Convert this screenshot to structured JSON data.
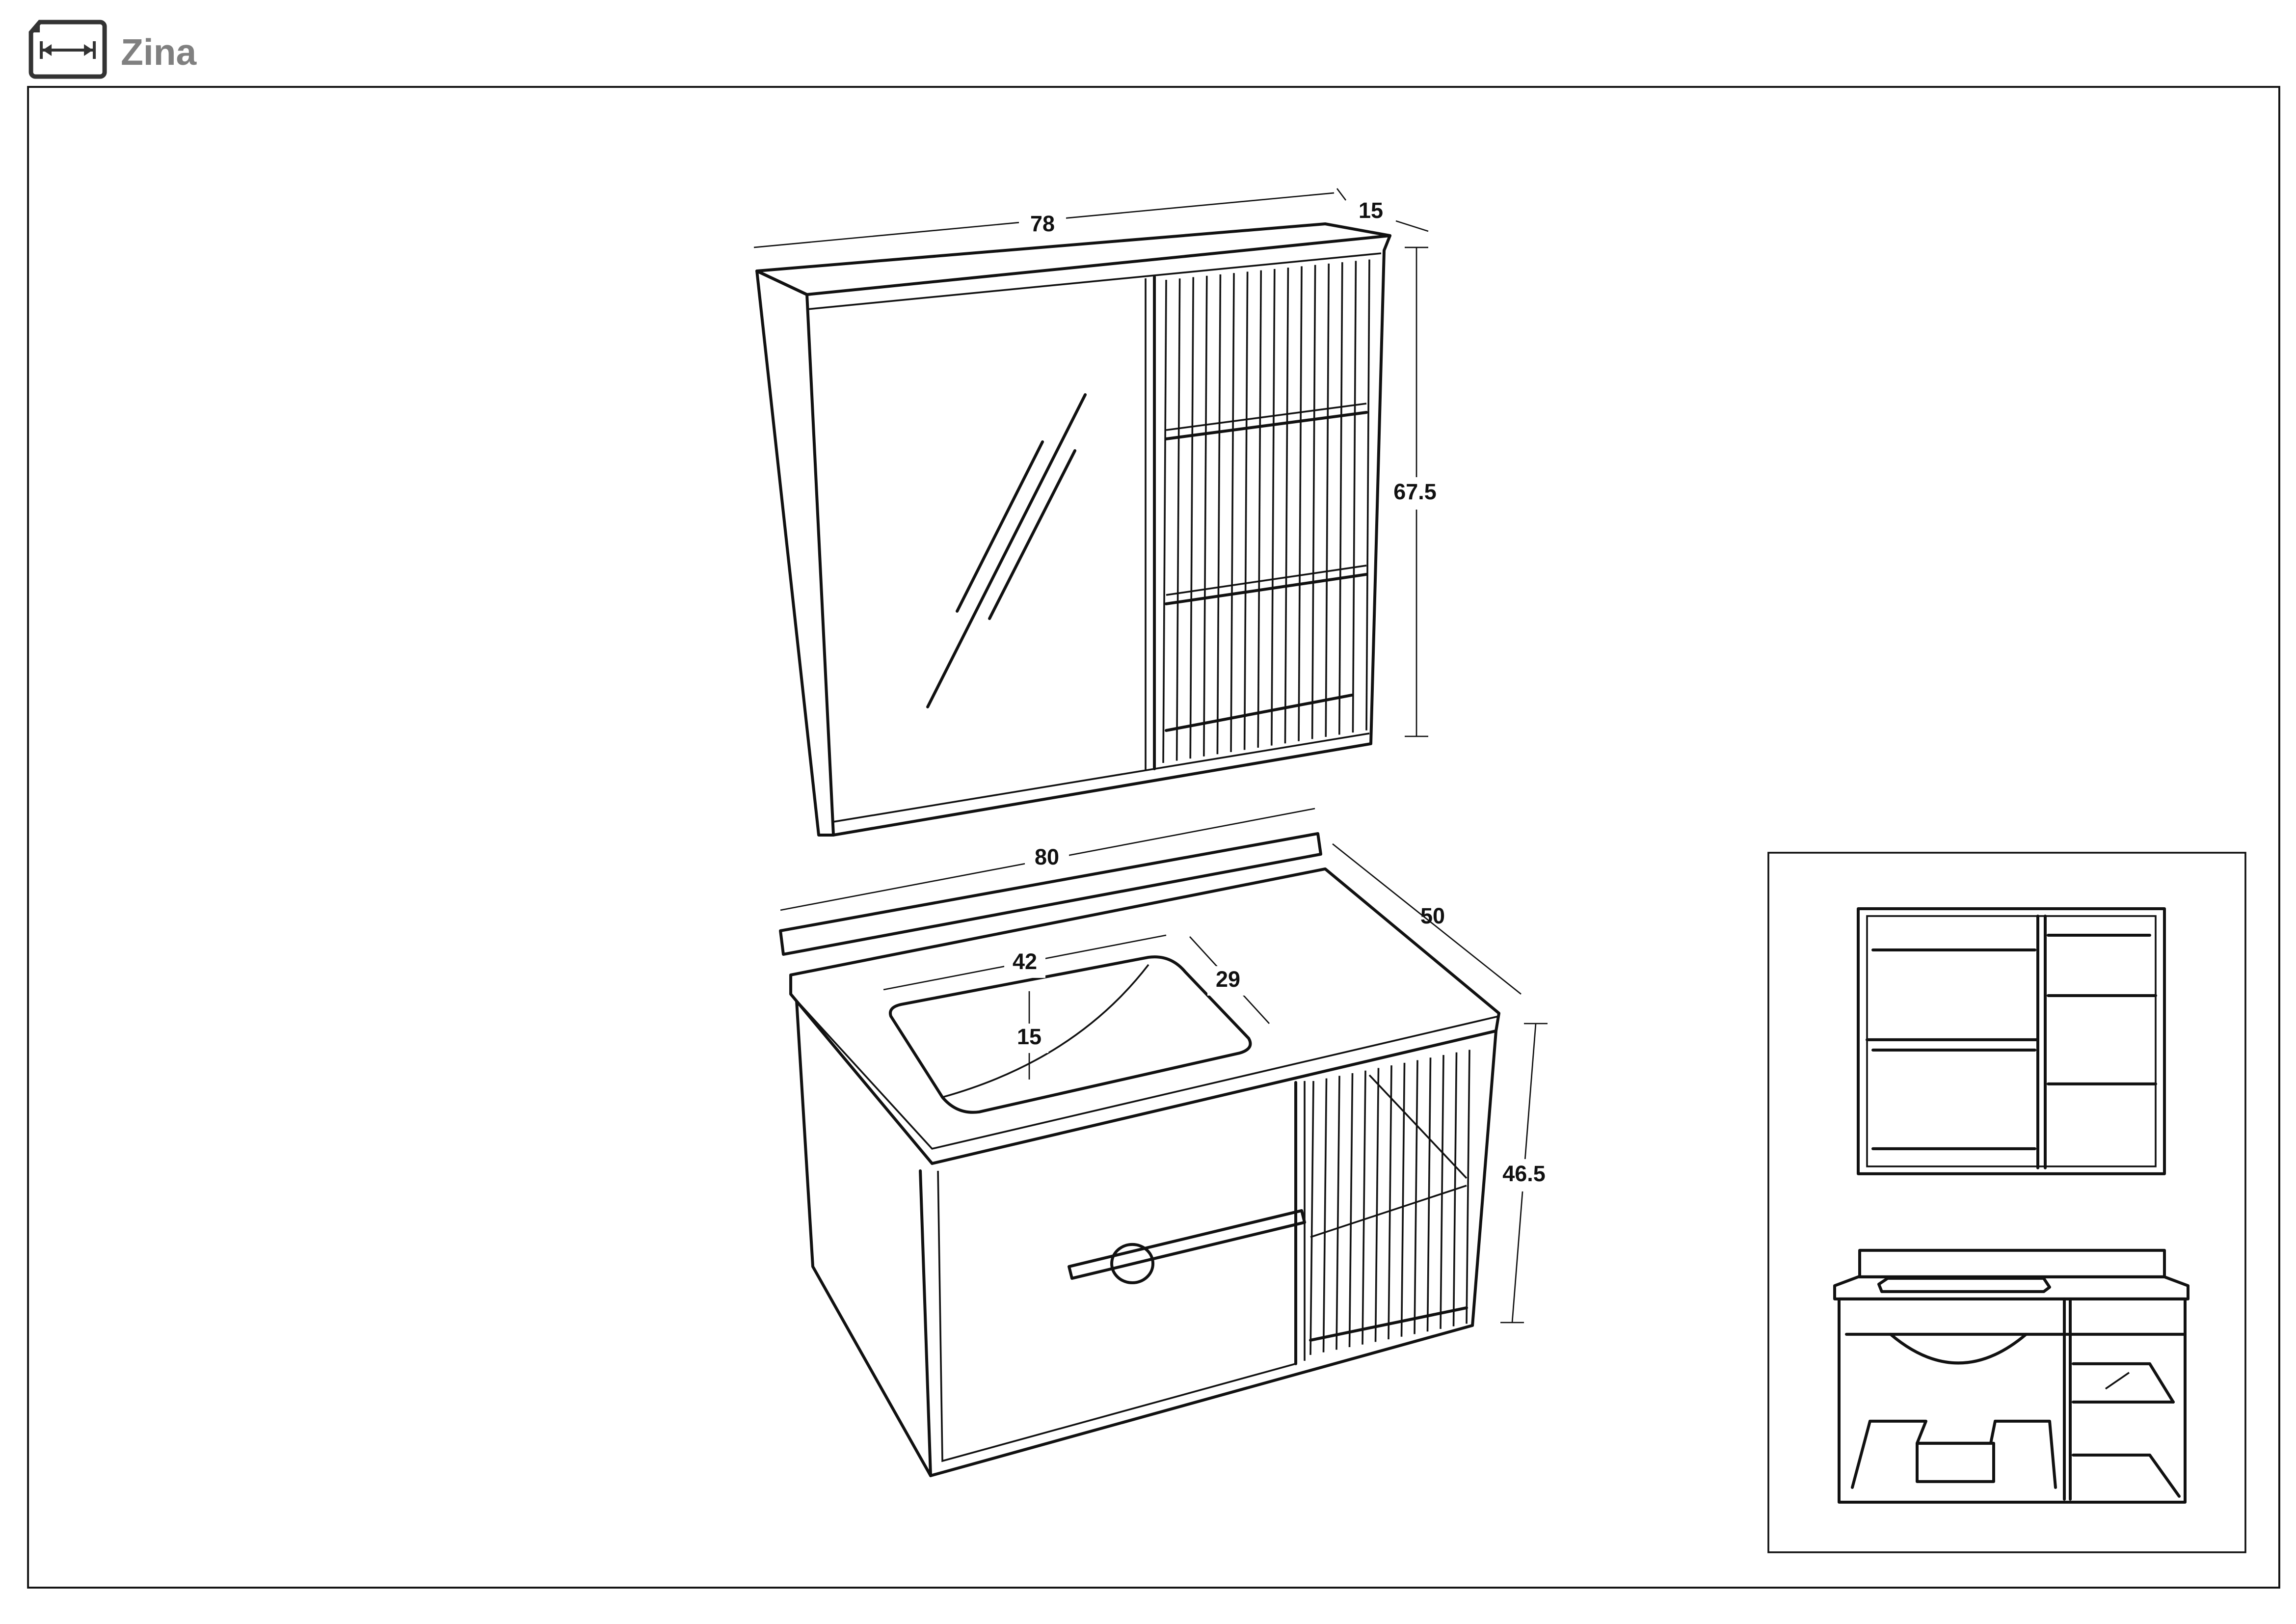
{
  "header": {
    "title": "Zina",
    "icon": "dimension-sheet-icon"
  },
  "mirror_cabinet": {
    "dimensions": {
      "width": "78",
      "depth": "15",
      "height": "67.5"
    }
  },
  "vanity": {
    "dimensions": {
      "width": "80",
      "depth": "50",
      "height": "46.5",
      "basin_width": "42",
      "basin_depth": "29",
      "basin_height": "15"
    }
  },
  "colors": {
    "line": "#111111",
    "title": "#808080",
    "background": "#ffffff"
  }
}
